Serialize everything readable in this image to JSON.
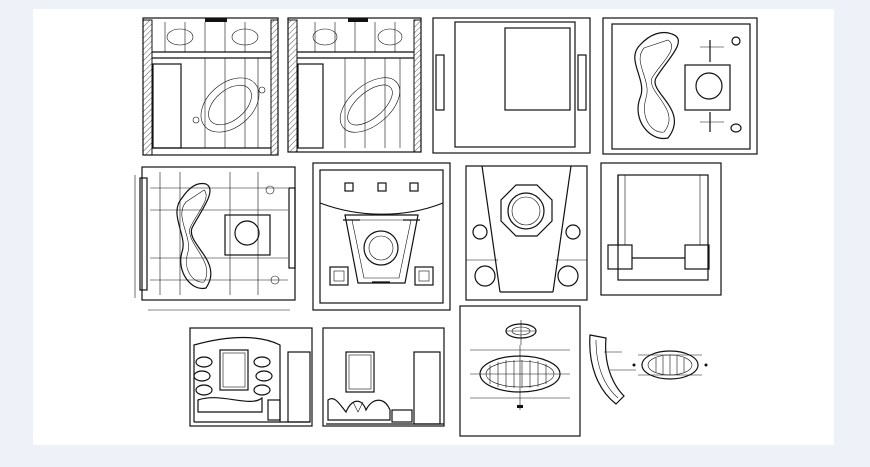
{
  "colors": {
    "background": "#eef1f7",
    "sheet": "#ffffff",
    "ink": "#111111"
  },
  "drawings": [
    "ceiling-elevation-1",
    "ceiling-elevation-2",
    "room-plan-empty",
    "ceiling-plan-wave",
    "ceiling-plan-dimensioned",
    "ceiling-plan-circle-arc",
    "ceiling-plan-octagon",
    "furniture-plan",
    "wall-elevation-1",
    "wall-elevation-2",
    "ceiling-detail-section",
    "ceiling-detail-small"
  ]
}
